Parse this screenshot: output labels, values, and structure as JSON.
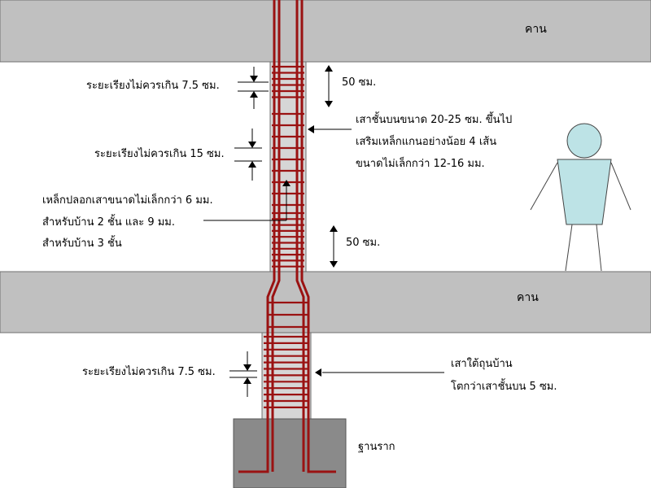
{
  "colors": {
    "beam_fill": "#c0c0c0",
    "beam_stroke": "#6f6f6f",
    "column_fill": "#d6d6d6",
    "footing_fill": "#8a8a8a",
    "rebar": "#9a1212",
    "person_fill": "#bde3e6",
    "line": "#000000"
  },
  "icons": {
    "person": "person-figure-icon",
    "dimension": "dimension-arrow-icon",
    "pointer": "pointer-arrow-icon"
  },
  "labels": {
    "beam_top": "คาน",
    "beam_middle": "คาน",
    "foundation": "ฐานราก",
    "spacing_top": "ระยะเรียงไม่ควรเกิน 7.5 ซม.",
    "spacing_middle": "ระยะเรียงไม่ควรเกิน 15 ซม.",
    "spacing_bottom": "ระยะเรียงไม่ควรเกิน 7.5 ซม.",
    "dim_top": "50 ซม.",
    "dim_bottom": "50 ซม.",
    "upper_column": [
      "เสาชั้นบนขนาด 20-25 ซม. ขึ้นไป",
      "เสริมเหล็กแกนอย่างน้อย 4 เส้น",
      "ขนาดไม่เล็กกว่า 12-16 มม."
    ],
    "stirrups": [
      "เหล็กปลอกเสาขนาดไม่เล็กกว่า 6 มม.",
      "สำหรับบ้าน 2 ชั้น และ 9 มม.",
      "สำหรับบ้าน 3 ชั้น"
    ],
    "lower_column": [
      "เสาใต้ถุนบ้าน",
      "โตกว่าเสาชั้นบน 5 ซม."
    ]
  }
}
